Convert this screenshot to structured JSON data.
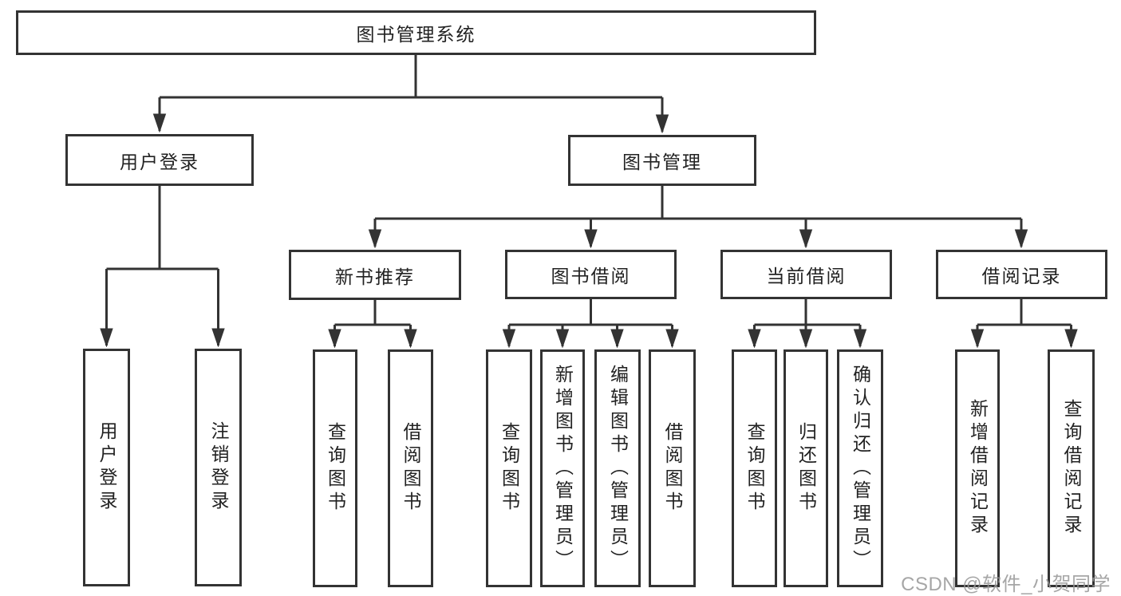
{
  "page": {
    "background": "#ffffff",
    "watermark": "CSDN @软件_小贺同学"
  },
  "colors": {
    "line": "#333333",
    "box_border": "#333333",
    "box_background": "#ffffff",
    "text": "#222222",
    "watermark": "#969696"
  },
  "tree": {
    "label": "图书管理系统",
    "children": [
      {
        "label": "用户登录",
        "children": [
          {
            "label": "用户登录"
          },
          {
            "label": "注销登录"
          }
        ]
      },
      {
        "label": "图书管理",
        "children": [
          {
            "label": "新书推荐",
            "children": [
              {
                "label": "查询图书"
              },
              {
                "label": "借阅图书"
              }
            ]
          },
          {
            "label": "图书借阅",
            "children": [
              {
                "label": "查询图书"
              },
              {
                "label": "新增图书（管理员）"
              },
              {
                "label": "编辑图书（管理员）"
              },
              {
                "label": "借阅图书"
              }
            ]
          },
          {
            "label": "当前借阅",
            "children": [
              {
                "label": "查询图书"
              },
              {
                "label": "归还图书"
              },
              {
                "label": "确认归还（管理员）"
              }
            ]
          },
          {
            "label": "借阅记录",
            "children": [
              {
                "label": "新增借阅记录"
              },
              {
                "label": "查询借阅记录"
              }
            ]
          }
        ]
      }
    ]
  }
}
